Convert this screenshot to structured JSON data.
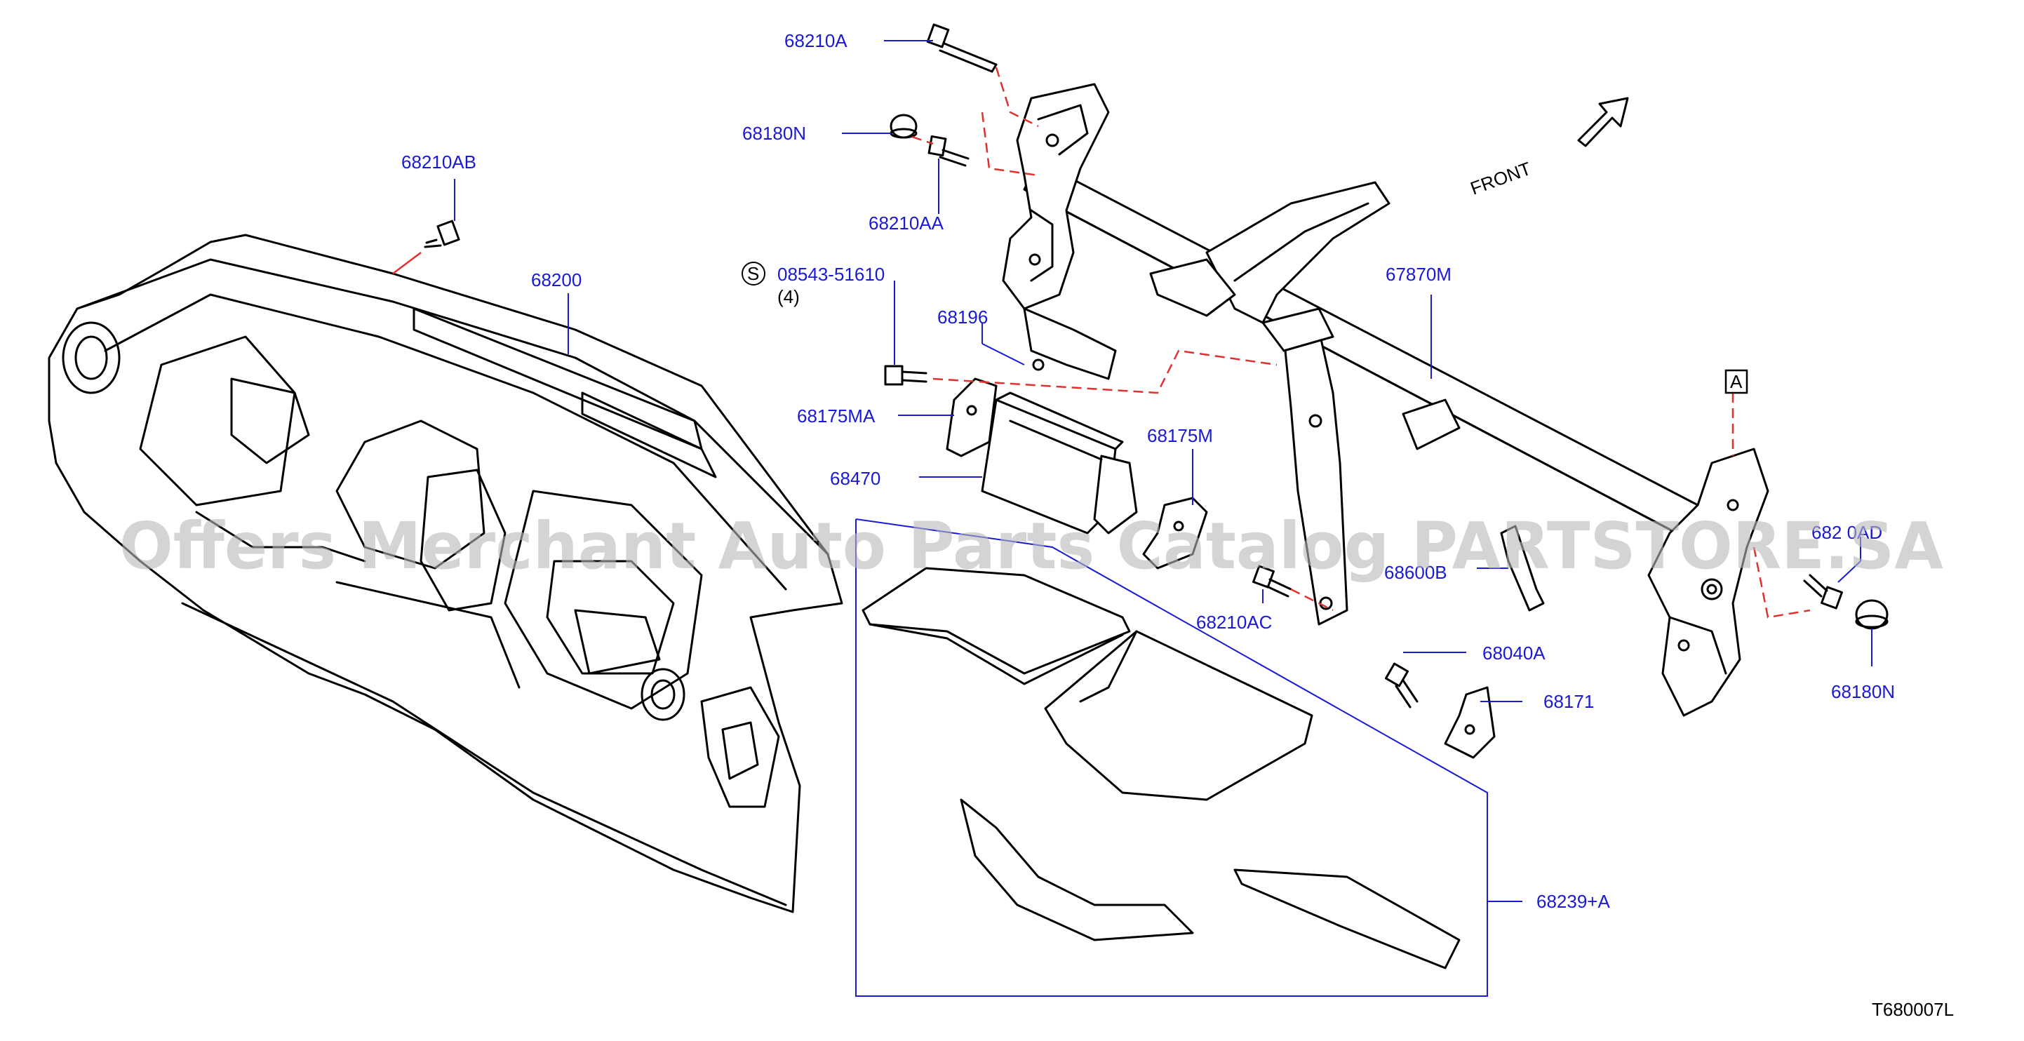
{
  "labels": {
    "p68210A": "68210A",
    "p68180N_top": "68180N",
    "p68210AA": "68210AA",
    "p68210AB": "68210AB",
    "p68200": "68200",
    "s_code": "S",
    "p08543": "08543-51610",
    "qty": "(4)",
    "p68196": "68196",
    "p68175MA": "68175MA",
    "p68470": "68470",
    "p68175M": "68175M",
    "p67870M": "67870M",
    "ref_a": "A",
    "p68210AD": "682 0AD",
    "p68600B": "68600B",
    "p68210AC": "68210AC",
    "p68040A": "68040A",
    "p68171": "68171",
    "p68180N_right": "68180N",
    "p68239A": "68239+A",
    "front": "FRONT",
    "diagram_id": "T680007L"
  },
  "watermark": "Offers Merchant Auto Parts Catalog PARTSTORE.SA",
  "colors": {
    "label": "#1a1ad6",
    "reference_line": "#e03030",
    "outline": "#000000",
    "watermark": "#b8b8b8"
  }
}
